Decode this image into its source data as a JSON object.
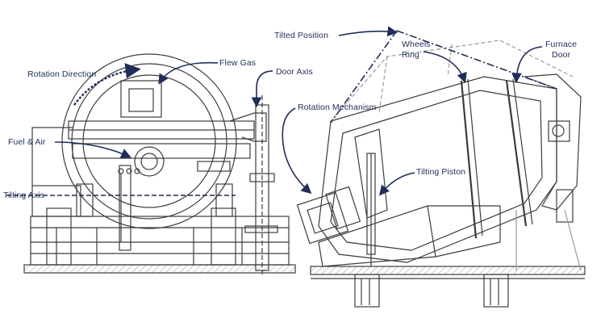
{
  "labels": {
    "rotation_direction": "Rotation Direction",
    "flew_gas": "Flew Gas",
    "door_axis": "Door Axis",
    "fuel_air": "Fuel & Air",
    "tilting_axis": "Tilting Axis",
    "tilted_position": "Tilted Position",
    "wheels": "Wheels",
    "ring": "Ring",
    "furnace": "Furnace",
    "door": "Door",
    "rotation_mechanism": "Rotation Mechanism",
    "tilting_piston": "Tilting Piston"
  },
  "colors": {
    "annotation": "#1f2d5a",
    "line_art": "#3c3c3c",
    "hatch": "#8a8a8a",
    "background": "#ffffff"
  }
}
